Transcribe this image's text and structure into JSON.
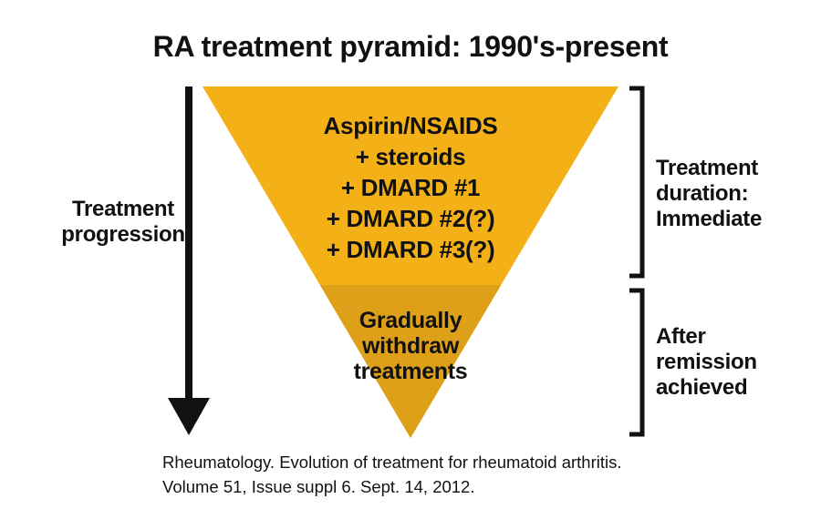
{
  "title": "RA treatment pyramid: 1990's-present",
  "colors": {
    "pyramid_upper": "#F3B117",
    "pyramid_lower": "#DDA018",
    "ink": "#111111",
    "background": "#FFFFFF"
  },
  "left_label": {
    "lines": [
      "Treatment",
      "progression"
    ]
  },
  "pyramid": {
    "upper_lines": [
      "Aspirin/NSAIDS",
      "+ steroids",
      "+ DMARD #1",
      "+ DMARD #2(?)",
      "+ DMARD #3(?)"
    ],
    "lower_lines": [
      "Gradually",
      "withdraw",
      "treatments"
    ]
  },
  "right_labels": {
    "upper": {
      "lines": [
        "Treatment",
        "duration:",
        "Immediate"
      ]
    },
    "lower": {
      "lines": [
        "After",
        "remission",
        "achieved"
      ]
    }
  },
  "citation": {
    "lines": [
      "Rheumatology. Evolution of treatment for rheumatoid arthritis.",
      "Volume 51, Issue suppl 6. Sept. 14, 2012."
    ]
  }
}
